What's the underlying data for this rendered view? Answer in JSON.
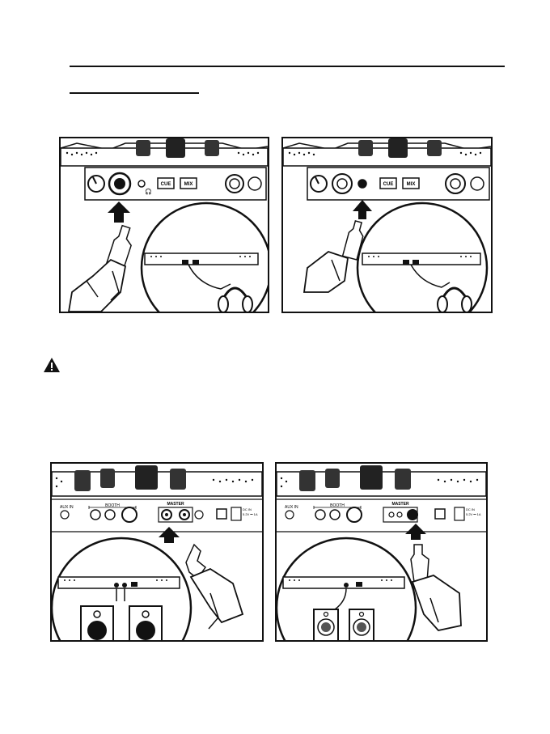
{
  "headphone_panels": {
    "left": {
      "button_cue": "CUE",
      "button_mix": "MIX"
    },
    "right": {
      "button_cue": "CUE",
      "button_mix": "MIX"
    }
  },
  "speaker_panels": {
    "left": {
      "aux_in": "AUX IN",
      "booth": "BOOTH",
      "master": "MASTER",
      "dc_in": "DC IN",
      "dc_spec": "5.2V ⎓ 1A"
    },
    "right": {
      "aux_in": "AUX IN",
      "booth": "BOOTH",
      "master": "MASTER",
      "dc_in": "DC IN",
      "dc_spec": "5.2V ⎓ 1A"
    }
  },
  "warning_icon": "warning-triangle-icon"
}
